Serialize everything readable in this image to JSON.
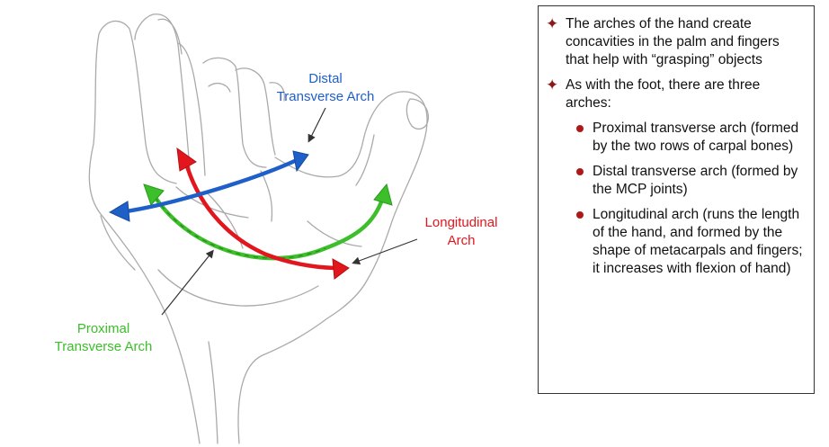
{
  "labels": {
    "distal": [
      "Distal",
      "Transverse Arch"
    ],
    "longitudinal": [
      "Longitudinal",
      "Arch"
    ],
    "proximal": [
      "Proximal",
      "Transverse Arch"
    ]
  },
  "colors": {
    "distal": "#1f5fc8",
    "longitudinal": "#e2161d",
    "proximal": "#3cbf2a",
    "bullet": "#8b1a1a",
    "sub_bullet": "#b01818",
    "outline": "#aaaaaa"
  },
  "icons": {
    "main_bullet": "four-pointed-star-icon",
    "sub_bullet": "red-dot-icon"
  },
  "info": {
    "bullets": [
      {
        "text": "The arches of the hand create concavities in the palm and fingers that help with “grasping” objects"
      },
      {
        "text": "As with the foot, there are three arches:"
      }
    ],
    "sub_bullets": [
      {
        "text": "Proximal transverse arch (formed by the two rows of carpal bones)"
      },
      {
        "text": "Distal transverse arch (formed by the MCP joints)"
      },
      {
        "text": "Longitudinal arch (runs the length of the hand, and formed by the shape of metacarpals and fingers; it increases with flexion of hand)"
      }
    ]
  }
}
